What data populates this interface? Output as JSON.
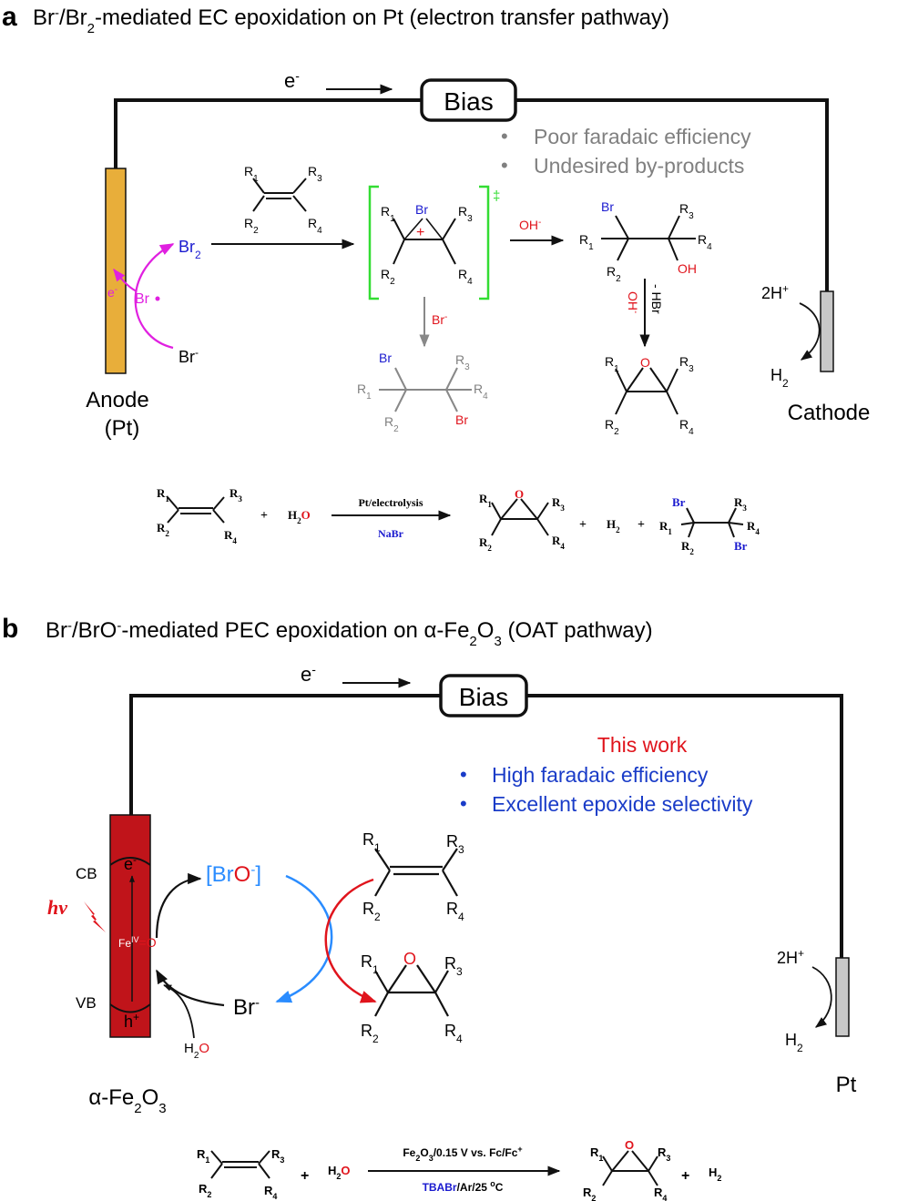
{
  "colors": {
    "anode_gold": "#E8AE3A",
    "fe2o3_red": "#C0141A",
    "bromine_blue": "#1A1ACF",
    "oxygen_red": "#E0141C",
    "radical_magenta": "#E020E0",
    "ts_green": "#33DD33",
    "gray_text": "#808080",
    "bro_blue": "#2A8CFF",
    "work_blue": "#1A3CC8",
    "electrode_gray": "#C8C8C8"
  },
  "panel_a": {
    "letter": "a",
    "title": "Br-/Br2-mediated EC epoxidation on Pt (electron transfer pathway)",
    "electron": "e",
    "electron_sup": "-",
    "bias": "Bias",
    "notes": [
      "Poor faradaic efficiency",
      "Undesired by-products"
    ],
    "anode": "Anode",
    "anode_material": "(Pt)",
    "cathode": "Cathode",
    "two_h_plus": "2H+",
    "h2": "H2",
    "br2": "Br2",
    "br_minus": "Br-",
    "br_radical": "Br•",
    "e_minus": "e-",
    "oh_minus": "OH-",
    "br_minus_attack": "Br-",
    "oh_minus_base": "OH-",
    "minus_hbr": "- HBr",
    "ts_double_dagger": "‡",
    "plus": "+",
    "br": "Br",
    "oh": "OH",
    "o": "O",
    "r": [
      "R1",
      "R2",
      "R3",
      "R4"
    ],
    "equation": {
      "water": "H2O",
      "catalyst": "Pt/electrolysis",
      "salt": "NaBr",
      "plus": "+",
      "h2": "H2"
    }
  },
  "panel_b": {
    "letter": "b",
    "title": "Br-/BrO--mediated PEC epoxidation on α-Fe2O3 (OAT pathway)",
    "electron": "e",
    "electron_sup": "-",
    "bias": "Bias",
    "this_work": "This work",
    "notes": [
      "High faradaic efficiency",
      "Excellent epoxide selectivity"
    ],
    "cb": "CB",
    "vb": "VB",
    "hv": "hv",
    "e_minus": "e-",
    "h_plus": "h+",
    "fe_iv": "FeIV=O",
    "bro": "[BrO-]",
    "br_minus": "Br-",
    "h2o": "H2O",
    "photoanode": "α-Fe2O3",
    "counter": "Pt",
    "two_h_plus": "2H+",
    "h2": "H2",
    "o": "O",
    "r": [
      "R1",
      "R2",
      "R3",
      "R4"
    ],
    "equation": {
      "water": "H2O",
      "conditions_top": "Fe2O3/0.15 V vs. Fc/Fc+",
      "conditions_bottom": "TBABr/Ar/25 oC",
      "plus": "+",
      "h2": "H2"
    }
  }
}
